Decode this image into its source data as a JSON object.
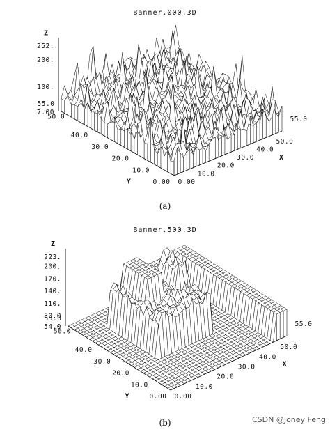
{
  "chart_data": [
    {
      "type": "surface3d",
      "title": "Banner.000.3D",
      "caption": "(a)",
      "x_axis": {
        "label": "X",
        "ticks": [
          "0.00",
          "10.0",
          "20.0",
          "30.0",
          "40.0",
          "50.0",
          "55.0"
        ],
        "range": [
          0,
          55
        ]
      },
      "y_axis": {
        "label": "Y",
        "ticks": [
          "0.00",
          "10.0",
          "20.0",
          "30.0",
          "40.0",
          "50.0",
          "55.0"
        ],
        "range": [
          0,
          55
        ]
      },
      "z_axis": {
        "label": "Z",
        "ticks": [
          "7.00",
          "100.",
          "200.",
          "252."
        ],
        "range": [
          7,
          252
        ]
      },
      "surface_style": "rough-noisy"
    },
    {
      "type": "surface3d",
      "title": "Banner.500.3D",
      "caption": "(b)",
      "x_axis": {
        "label": "X",
        "ticks": [
          "0.00",
          "10.0",
          "20.0",
          "30.0",
          "40.0",
          "50.0",
          "55.0"
        ],
        "range": [
          0,
          55
        ]
      },
      "y_axis": {
        "label": "Y",
        "ticks": [
          "0.00",
          "10.0",
          "20.0",
          "30.0",
          "40.0",
          "50.0",
          "55.0"
        ],
        "range": [
          0,
          55
        ]
      },
      "z_axis": {
        "label": "Z",
        "ticks": [
          "54.0",
          "80.0",
          "110.",
          "140.",
          "170.",
          "200.",
          "223."
        ],
        "range": [
          54,
          223
        ]
      },
      "surface_style": "smoothed-blocky"
    }
  ],
  "watermark": "CSDN @Joney Feng"
}
